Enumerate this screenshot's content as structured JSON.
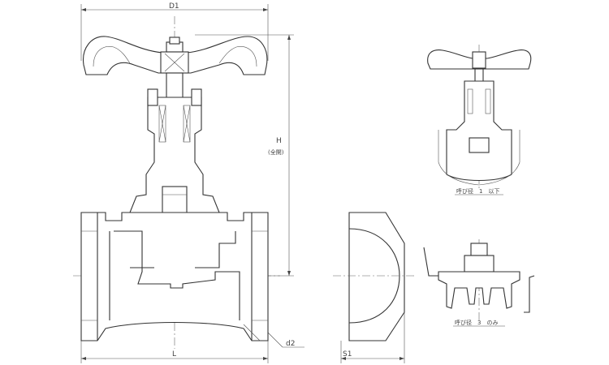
{
  "dimensions": {
    "d1": "D1",
    "h": "H",
    "h_note": "(全開)",
    "l": "L",
    "d2": "d2",
    "s1": "S1"
  },
  "detail_views": {
    "view1_caption": "呼び径　1　以下",
    "view2_caption": "呼び径　3　のみ"
  }
}
